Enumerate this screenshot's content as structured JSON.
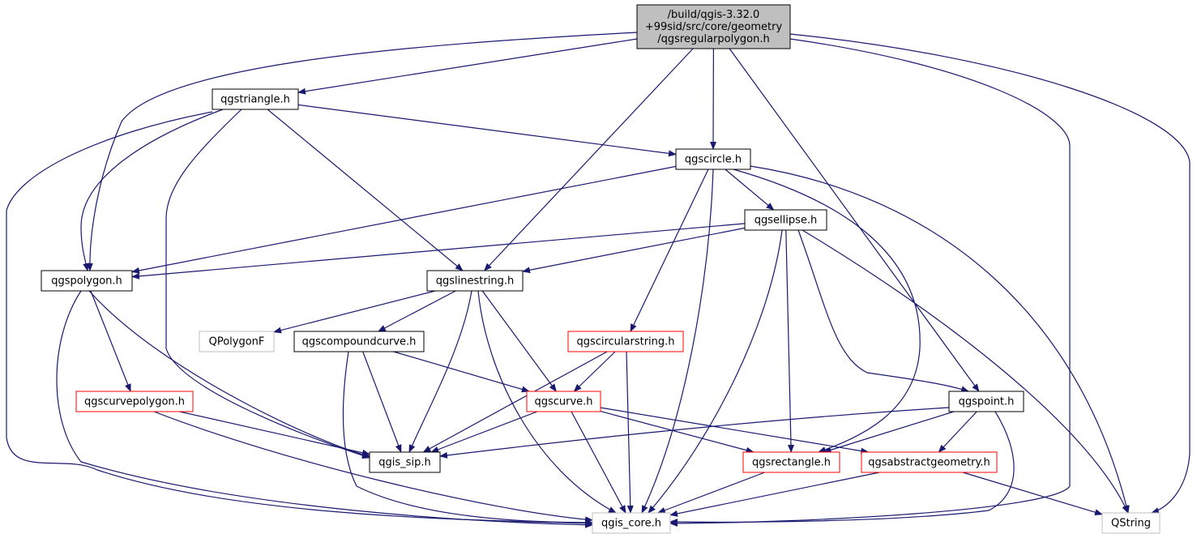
{
  "colors": {
    "edge": "#191970",
    "background": "#ffffff",
    "root_fill": "#bfbfbf",
    "border_documented": "#000000",
    "border_truncated": "#ff0000",
    "border_external": "#bfbfbf",
    "text": "#000000"
  },
  "nodes": [
    {
      "id": "root",
      "lines": [
        "/build/qgis-3.32.0",
        "+99sid/src/core/geometry",
        "/qgsregularpolygon.h"
      ],
      "style": "root"
    },
    {
      "id": "qgstriangle",
      "lines": [
        "qgstriangle.h"
      ],
      "style": "documented"
    },
    {
      "id": "qgscircle",
      "lines": [
        "qgscircle.h"
      ],
      "style": "documented"
    },
    {
      "id": "qgsellipse",
      "lines": [
        "qgsellipse.h"
      ],
      "style": "documented"
    },
    {
      "id": "qgspolygon",
      "lines": [
        "qgspolygon.h"
      ],
      "style": "documented"
    },
    {
      "id": "qgslinestring",
      "lines": [
        "qgslinestring.h"
      ],
      "style": "documented"
    },
    {
      "id": "qpolygonf",
      "lines": [
        "QPolygonF"
      ],
      "style": "external"
    },
    {
      "id": "qgscompoundcurve",
      "lines": [
        "qgscompoundcurve.h"
      ],
      "style": "documented"
    },
    {
      "id": "qgscircularstring",
      "lines": [
        "qgscircularstring.h"
      ],
      "style": "truncated"
    },
    {
      "id": "qgscurvepolygon",
      "lines": [
        "qgscurvepolygon.h"
      ],
      "style": "truncated"
    },
    {
      "id": "qgscurve",
      "lines": [
        "qgscurve.h"
      ],
      "style": "truncated"
    },
    {
      "id": "qgspoint",
      "lines": [
        "qgspoint.h"
      ],
      "style": "documented"
    },
    {
      "id": "qgis_sip",
      "lines": [
        "qgis_sip.h"
      ],
      "style": "documented"
    },
    {
      "id": "qgsrectangle",
      "lines": [
        "qgsrectangle.h"
      ],
      "style": "truncated"
    },
    {
      "id": "qgsabstractgeometry",
      "lines": [
        "qgsabstractgeometry.h"
      ],
      "style": "truncated"
    },
    {
      "id": "qgis_core",
      "lines": [
        "qgis_core.h"
      ],
      "style": "external"
    },
    {
      "id": "qstring",
      "lines": [
        "QString"
      ],
      "style": "external"
    }
  ],
  "edges": [
    [
      "root",
      "qgstriangle"
    ],
    [
      "root",
      "qgscircle"
    ],
    [
      "root",
      "qgspolygon"
    ],
    [
      "root",
      "qgslinestring"
    ],
    [
      "root",
      "qgspoint"
    ],
    [
      "root",
      "qgis_core"
    ],
    [
      "root",
      "qstring"
    ],
    [
      "qgstriangle",
      "qgscircle"
    ],
    [
      "qgstriangle",
      "qgspolygon"
    ],
    [
      "qgstriangle",
      "qgslinestring"
    ],
    [
      "qgstriangle",
      "qgis_sip"
    ],
    [
      "qgstriangle",
      "qgis_core"
    ],
    [
      "qgscircle",
      "qgsellipse"
    ],
    [
      "qgscircle",
      "qgspolygon"
    ],
    [
      "qgscircle",
      "qgscircularstring"
    ],
    [
      "qgscircle",
      "qgsrectangle"
    ],
    [
      "qgscircle",
      "qgis_core"
    ],
    [
      "qgscircle",
      "qstring"
    ],
    [
      "qgsellipse",
      "qgspolygon"
    ],
    [
      "qgsellipse",
      "qgslinestring"
    ],
    [
      "qgsellipse",
      "qgspoint"
    ],
    [
      "qgsellipse",
      "qgsrectangle"
    ],
    [
      "qgsellipse",
      "qgis_core"
    ],
    [
      "qgsellipse",
      "qstring"
    ],
    [
      "qgspolygon",
      "qgscurvepolygon"
    ],
    [
      "qgspolygon",
      "qgis_sip"
    ],
    [
      "qgspolygon",
      "qgis_core"
    ],
    [
      "qgslinestring",
      "qpolygonf"
    ],
    [
      "qgslinestring",
      "qgscompoundcurve"
    ],
    [
      "qgslinestring",
      "qgscurve"
    ],
    [
      "qgslinestring",
      "qgis_sip"
    ],
    [
      "qgslinestring",
      "qgis_core"
    ],
    [
      "qgscompoundcurve",
      "qgscurve"
    ],
    [
      "qgscompoundcurve",
      "qgis_sip"
    ],
    [
      "qgscompoundcurve",
      "qgis_core"
    ],
    [
      "qgscircularstring",
      "qgscurve"
    ],
    [
      "qgscircularstring",
      "qgis_sip"
    ],
    [
      "qgscircularstring",
      "qgis_core"
    ],
    [
      "qgscurvepolygon",
      "qgis_sip"
    ],
    [
      "qgscurvepolygon",
      "qgis_core"
    ],
    [
      "qgscurve",
      "qgis_sip"
    ],
    [
      "qgscurve",
      "qgsrectangle"
    ],
    [
      "qgscurve",
      "qgsabstractgeometry"
    ],
    [
      "qgscurve",
      "qgis_core"
    ],
    [
      "qgspoint",
      "qgis_sip"
    ],
    [
      "qgspoint",
      "qgsrectangle"
    ],
    [
      "qgspoint",
      "qgsabstractgeometry"
    ],
    [
      "qgspoint",
      "qgis_core"
    ],
    [
      "qgsrectangle",
      "qgis_core"
    ],
    [
      "qgsabstractgeometry",
      "qgis_core"
    ],
    [
      "qgsabstractgeometry",
      "qstring"
    ]
  ]
}
